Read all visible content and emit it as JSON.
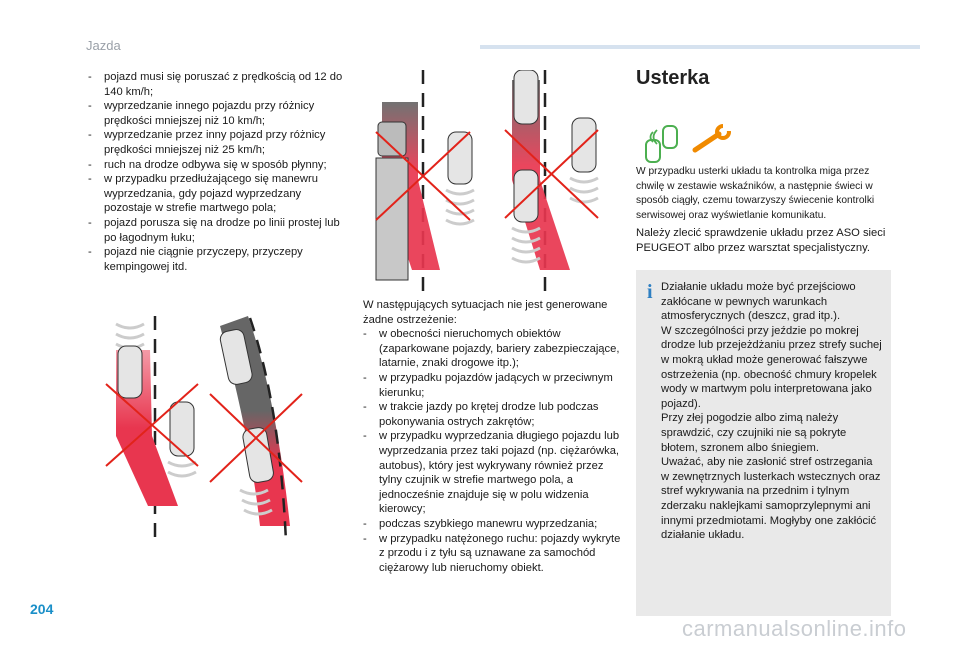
{
  "header": {
    "section": "Jazda",
    "rule_color": "#d6e2ef"
  },
  "col1": {
    "items": [
      "pojazd musi się poruszać z prędkością od 12 do 140 km/h;",
      "wyprzedzanie innego pojazdu przy różnicy prędkości mniejszej niż 10 km/h;",
      "wyprzedzanie przez inny pojazd przy różnicy prędkości mniejszej niż 25 km/h;",
      "ruch na drodze odbywa się w sposób płynny;",
      "w przypadku przedłużającego się manewru wyprzedzania, gdy pojazd wyprzedzany pozostaje w strefie martwego pola;",
      "pojazd porusza się na drodze po linii prostej lub po łagodnym łuku;",
      "pojazd nie ciągnie przyczepy, przyczepy kempingowej itd."
    ]
  },
  "col2": {
    "intro": "W następujących sytuacjach nie jest generowane żadne ostrzeżenie:",
    "items": [
      "w obecności nieruchomych obiektów (zaparkowane pojazdy, bariery zabezpieczające, latarnie, znaki drogowe itp.);",
      "w przypadku pojazdów jadących w przeciwnym kierunku;",
      "w trakcie jazdy po krętej drodze lub podczas pokonywania ostrych zakrętów;",
      "w przypadku wyprzedzania długiego pojazdu lub wyprzedzania przez taki pojazd (np. ciężarówka, autobus), który jest wykrywany również przez tylny czujnik w strefie martwego pola, a jednocześnie znajduje się w polu widzenia kierowcy;",
      "podczas szybkiego manewru wyprzedzania;",
      "w przypadku natężonego ruchu: pojazdy wykryte z przodu i z tyłu są uznawane za samochód ciężarowy lub nieruchomy obiekt."
    ]
  },
  "fault": {
    "title": "Usterka",
    "icons": [
      "blind-spot-warning-icon",
      "wrench-icon"
    ],
    "icon_color_green": "#4caf50",
    "icon_color_orange": "#f08a00",
    "description": "W przypadku usterki układu ta kontrolka miga przez chwilę w zestawie wskaźników, a następnie świeci w sposób ciągły, czemu towarzyszy świecenie kontrolki serwisowej oraz wyświetlanie komunikatu.",
    "check": "Należy zlecić sprawdzenie układu przez ASO sieci PEUGEOT albo przez warsztat specjalistyczny."
  },
  "info": {
    "icon": "i",
    "icon_color": "#2e7fc2",
    "box_color": "#e9e9e9",
    "paragraphs": [
      "Działanie układu może być przejściowo zakłócane w pewnych warunkach atmosferycznych (deszcz, grad itp.).",
      "W szczególności przy jeździe po mokrej drodze lub przejeżdżaniu przez strefy suchej w mokrą układ może generować fałszywe ostrzeżenia (np. obecność chmury kropelek wody w martwym polu interpretowana jako pojazd).",
      "Przy złej pogodzie albo zimą należy sprawdzić, czy czujniki nie są pokryte błotem, szronem albo śniegiem.",
      "Uważać, aby nie zasłonić stref ostrzegania w zewnętrznych lusterkach wstecznych oraz stref wykrywania na przednim i tylnym zderzaku naklejkami samoprzylepnymi ani innymi przedmiotami. Mogłyby one zakłócić działanie układu."
    ]
  },
  "colors": {
    "zone_red": "#e8364f",
    "zone_gray": "#666666",
    "cross_red": "#e2231a"
  },
  "footer": {
    "page_number": "204",
    "watermark": "carmanualsonline.info"
  }
}
